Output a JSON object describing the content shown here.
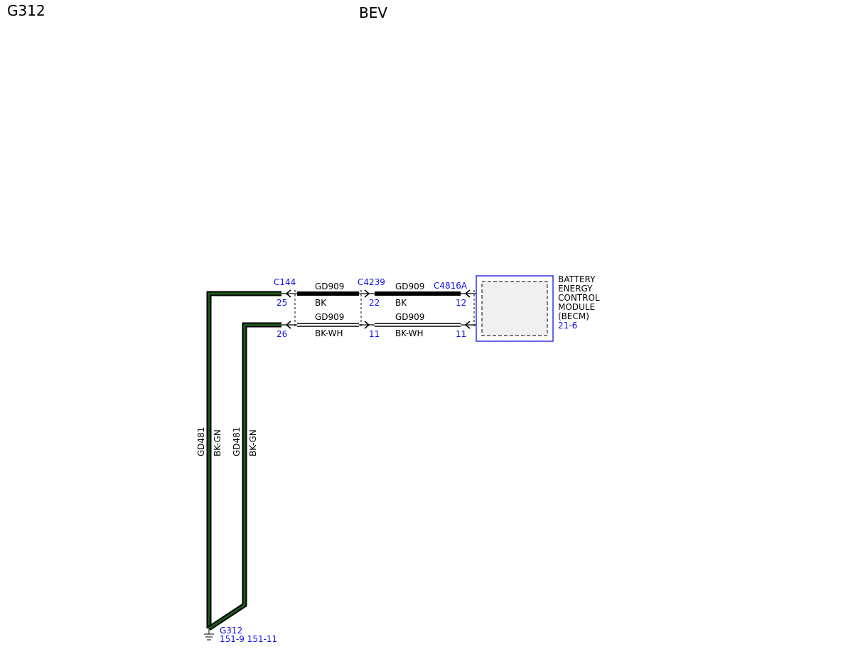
{
  "header": {
    "page_id": "G312",
    "variant": "BEV"
  },
  "colors": {
    "connector_text": "#1010ee",
    "wire_green": "#1e5a1e",
    "wire_black": "#000000",
    "module_outline": "#1010ee",
    "module_fill": "#f0f0f0"
  },
  "connectors": {
    "c144": "C144",
    "c4239": "C4239",
    "c4816a": "C4816A"
  },
  "pins": {
    "c144_top": "25",
    "c144_bottom": "26",
    "c4239_top": "22",
    "c4239_bottom": "11",
    "c4816a_top": "12",
    "c4816a_bottom": "11"
  },
  "wires": {
    "top_seg1": {
      "circuit": "GD909",
      "color": "BK"
    },
    "top_seg2": {
      "circuit": "GD909",
      "color": "BK"
    },
    "bottom_seg1": {
      "circuit": "GD909",
      "color": "BK-WH"
    },
    "bottom_seg2": {
      "circuit": "GD909",
      "color": "BK-WH"
    },
    "vertical_left": {
      "circuit": "GD481",
      "color": "BK-GN"
    },
    "vertical_right": {
      "circuit": "GD481",
      "color": "BK-GN"
    }
  },
  "module": {
    "line1": "BATTERY",
    "line2": "ENERGY",
    "line3": "CONTROL",
    "line4": "MODULE",
    "line5": "(BECM)",
    "ref": "21-6"
  },
  "ground": {
    "name": "G312",
    "refs": "151-9 151-11"
  }
}
